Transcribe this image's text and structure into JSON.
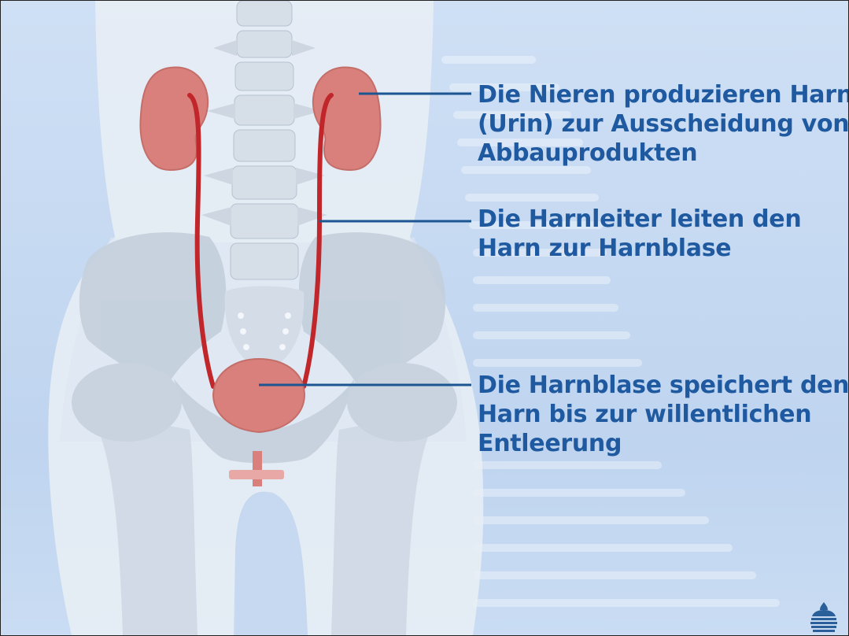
{
  "labels": {
    "kidneys": [
      "Die Nieren produzieren Harn",
      "(Urin) zur Ausscheidung von",
      "Abbauprodukten"
    ],
    "ureters": [
      "Die Harnleiter leiten den",
      "Harn zur Harnblase"
    ],
    "bladder": [
      "Die Harnblase speichert den",
      "Harn bis zur willentlichen",
      "Entleerung"
    ]
  },
  "colors": {
    "text": "#1f5aa0",
    "leader_line": "#1b5592",
    "organ": "#d9807c",
    "ureter": "#c0262a",
    "background": "#c7daf2"
  },
  "icons": {
    "logo": "fountain-logo-icon"
  }
}
